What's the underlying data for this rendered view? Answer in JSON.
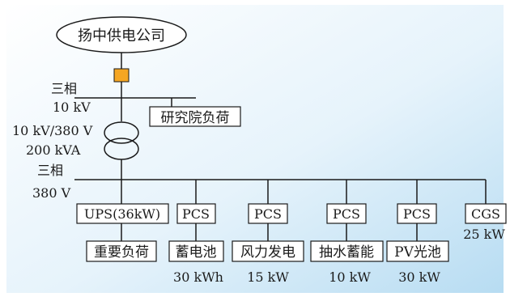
{
  "diagram": {
    "source": "扬中供电公司",
    "bus_10kv_phase": "三相",
    "bus_10kv_voltage": "10 kV",
    "research_load": "研究院负荷",
    "transformer_ratio": "10 kV/380 V",
    "transformer_capacity": "200 kVA",
    "bus_380v_phase": "三相",
    "bus_380v_voltage": "380 V",
    "branches": [
      {
        "label": "UPS(36kW)",
        "load": "重要负荷",
        "value": ""
      },
      {
        "label": "PCS",
        "load": "蓄电池",
        "value": "30 kWh"
      },
      {
        "label": "PCS",
        "load": "风力发电",
        "value": "15 kW"
      },
      {
        "label": "PCS",
        "load": "抽水蓄能",
        "value": "10 kW"
      },
      {
        "label": "PCS",
        "load": "PV光池",
        "value": "30 kW"
      },
      {
        "label": "CGS",
        "load": "",
        "value": "25 kW"
      }
    ]
  },
  "colors": {
    "background_top": "#ffffff",
    "background_bottom": "#b7dcf2",
    "breaker": "#f5a623",
    "line": "#1a1a1a"
  }
}
